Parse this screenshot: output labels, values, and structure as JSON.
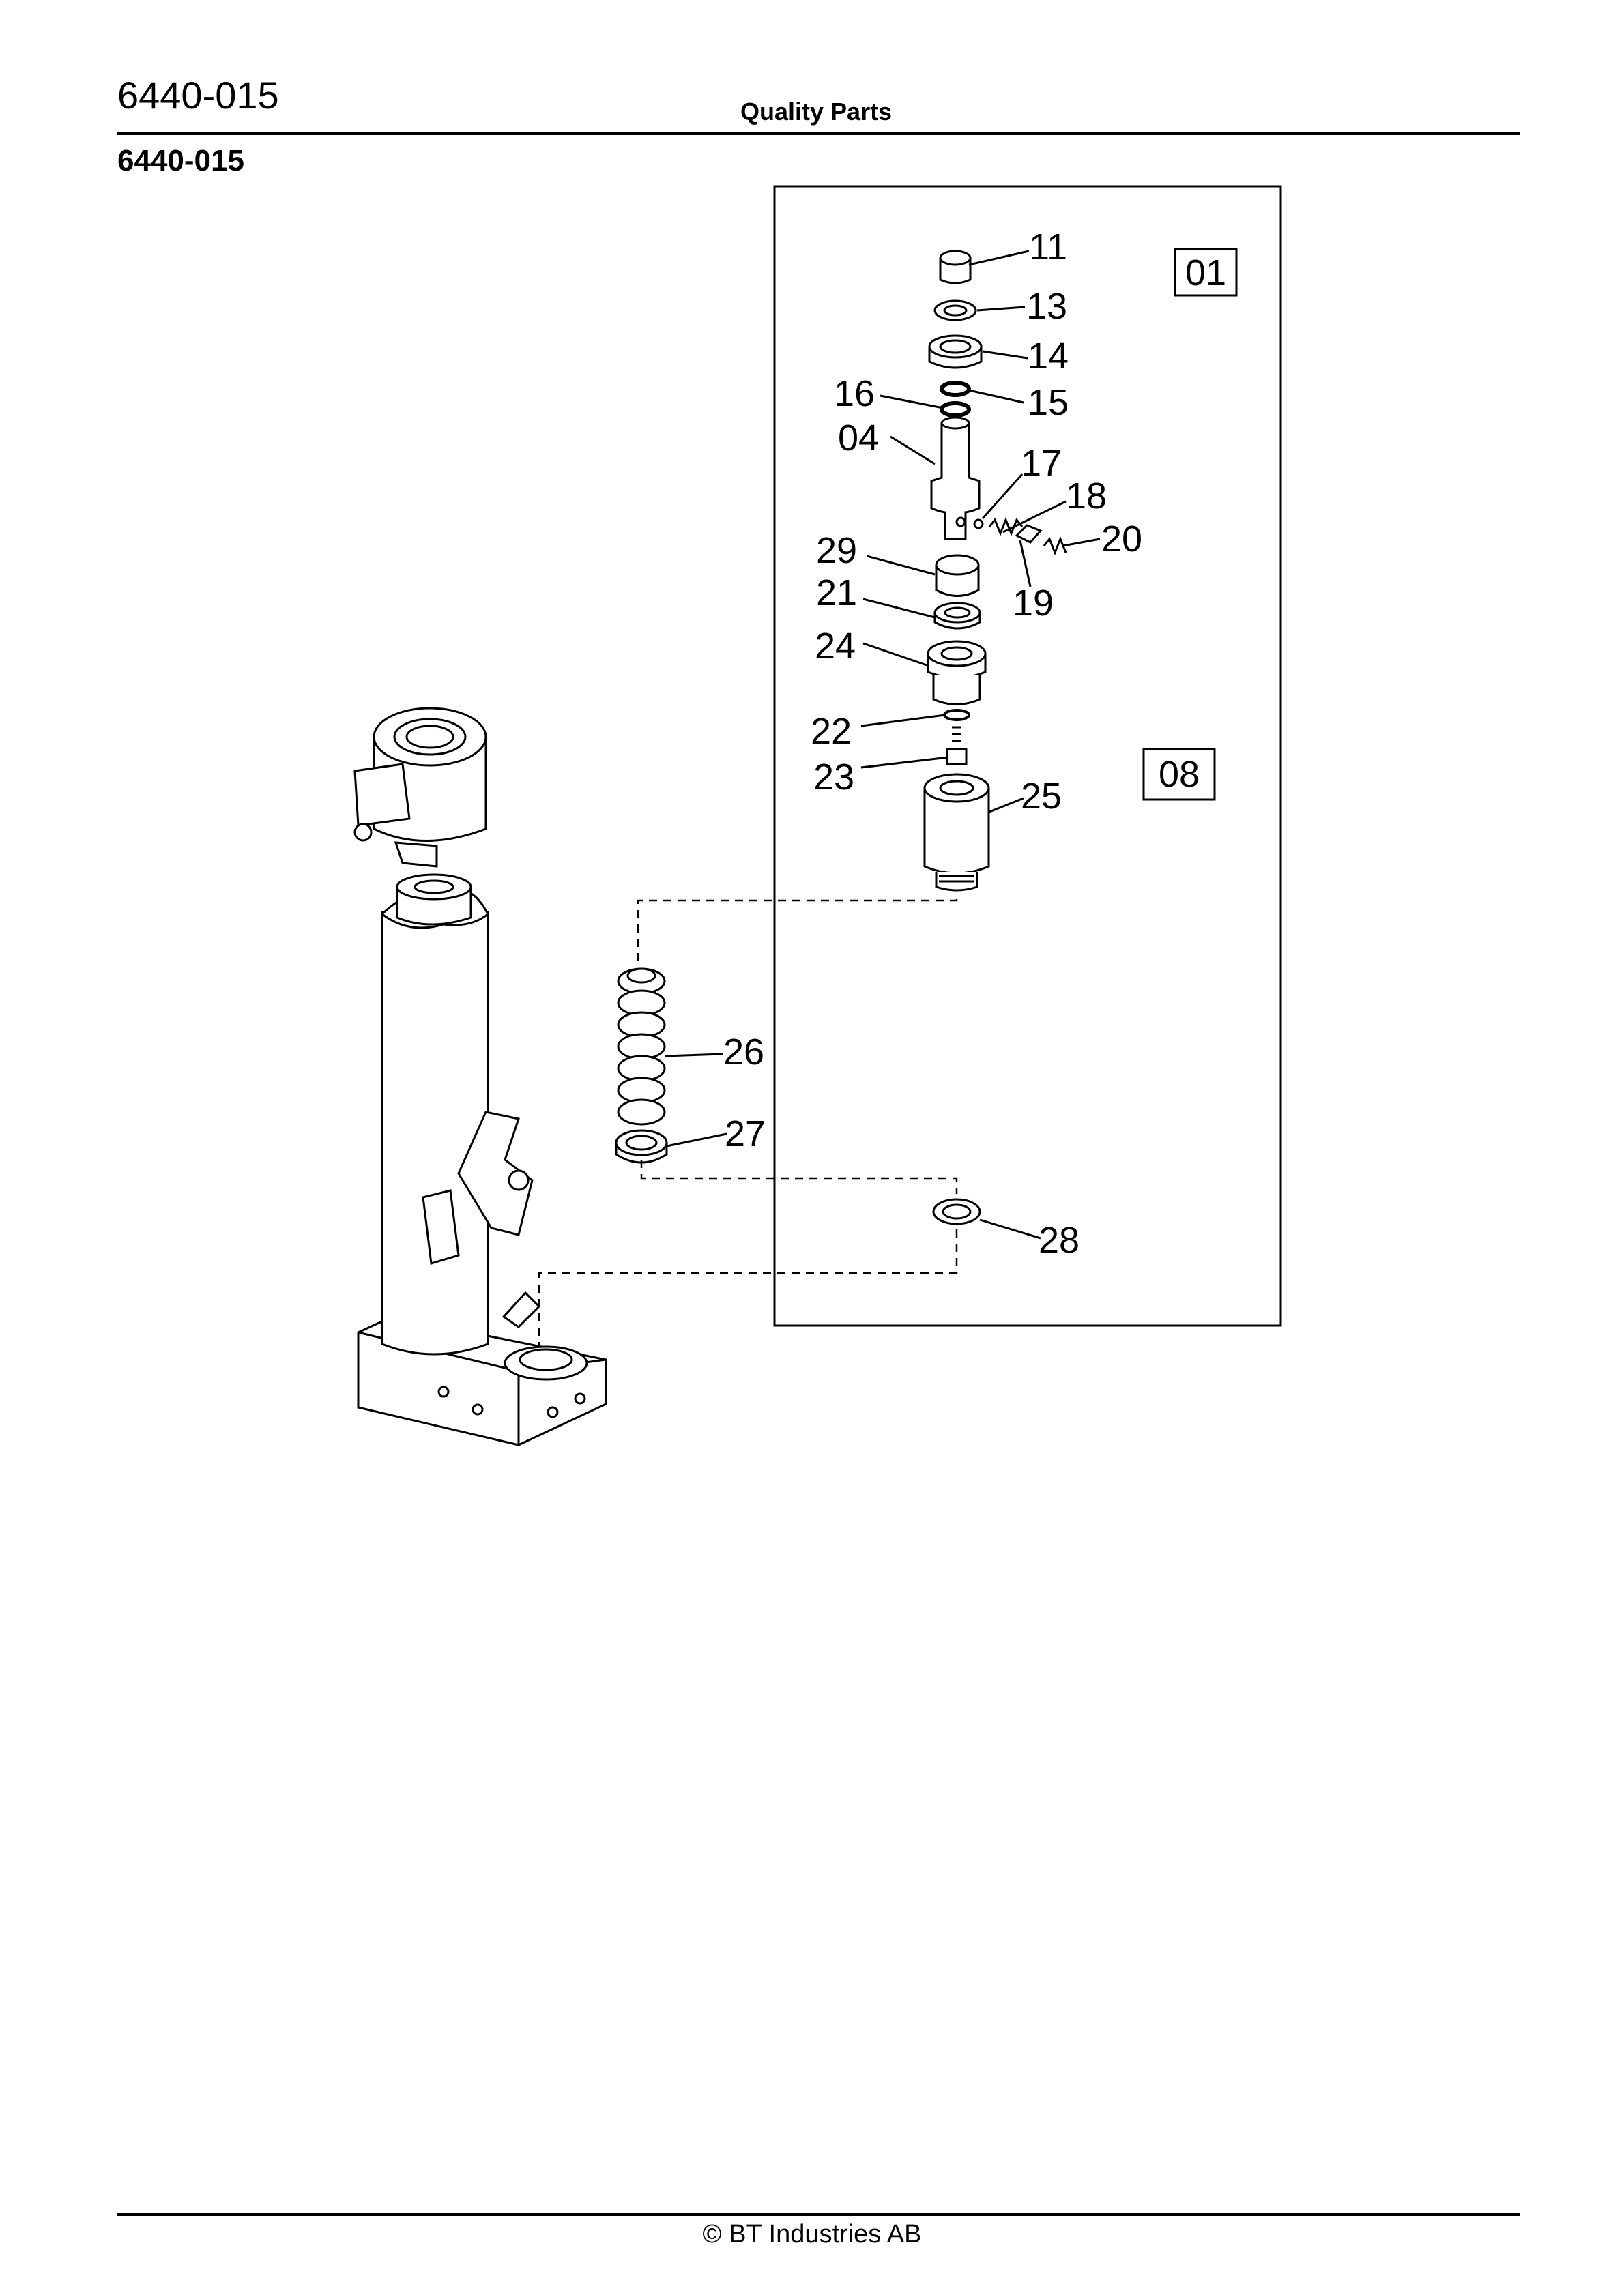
{
  "header": {
    "document_code": "6440-015",
    "center_title": "Quality Parts",
    "section_code": "6440-015"
  },
  "footer": {
    "copyright": "© BT Industries AB"
  },
  "diagram": {
    "group_labels": [
      "01",
      "08"
    ],
    "part_labels": [
      "11",
      "13",
      "14",
      "16",
      "15",
      "04",
      "17",
      "18",
      "20",
      "29",
      "19",
      "21",
      "24",
      "22",
      "23",
      "25",
      "26",
      "27",
      "28"
    ]
  }
}
